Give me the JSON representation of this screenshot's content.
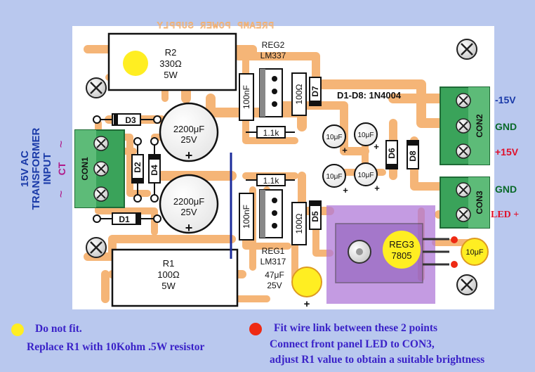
{
  "board": {
    "silkscreen_title": "PREAMP POWER SUPPLY",
    "input_label": {
      "line1": "15V AC",
      "line2": "TRANSFORMER",
      "line3": "INPUT",
      "ct": "CT",
      "tilde": "~"
    },
    "connectors": {
      "con1": "CON1",
      "con2": "CON2",
      "con3": "CON3",
      "con2_pins": [
        "-15V",
        "GND",
        "+15V"
      ],
      "con3_pins": [
        "GND"
      ],
      "led_label": "LED +"
    },
    "diode_note": "D1-D8: 1N4004",
    "diodes": {
      "d1": "D1",
      "d2": "D2",
      "d3": "D3",
      "d4": "D4",
      "d5": "D5",
      "d6": "D6",
      "d7": "D7",
      "d8": "D8"
    },
    "resistors": {
      "r2": {
        "name": "R2",
        "value": "330Ω",
        "power": "5W"
      },
      "r1": {
        "name": "R1",
        "value": "100Ω",
        "power": "5W"
      },
      "r_1k1": "1.1k",
      "r_1k2": "1.1k",
      "r_100a": "100Ω",
      "r_100b": "100Ω"
    },
    "capacitors": {
      "c1": {
        "value": "2200μF",
        "voltage": "25V"
      },
      "c2": {
        "value": "2200μF",
        "voltage": "25V"
      },
      "c100n_a": "100nF",
      "c100n_b": "100nF",
      "c10u": "10μF",
      "c47u": {
        "value": "47μF",
        "voltage": "25V"
      },
      "c10u_right": "10μF"
    },
    "regulators": {
      "reg1": {
        "name": "REG1",
        "part": "LM317"
      },
      "reg2": {
        "name": "REG2",
        "part": "LM337"
      },
      "reg3": {
        "name": "REG3",
        "part": "7805"
      }
    },
    "plus": "+"
  },
  "notes": {
    "do_not_fit": "Do not fit.",
    "replace_r1": "Replace R1 with 10Kohm .5W resistor",
    "wire_link": "Fit wire link between these 2 points",
    "connect_led": "Connect front panel LED to CON3,",
    "adjust_r1": "adjust R1 value to obtain a suitable brightness"
  },
  "colors": {
    "page_background": "#b9c8ee",
    "board": "#ffffff",
    "track": "#f5b577",
    "pcb_outline": "#111111",
    "connector_green": "#3aa35a",
    "highlight_yellow": "#ffee22",
    "link_red": "#ee2a14",
    "note_blue": "#3a22c8",
    "label_blue": "#1a3aa8",
    "plus_red": "#e0102a",
    "pin_green": "#0a6a2a",
    "purple_overlay": "#b07ad8"
  }
}
